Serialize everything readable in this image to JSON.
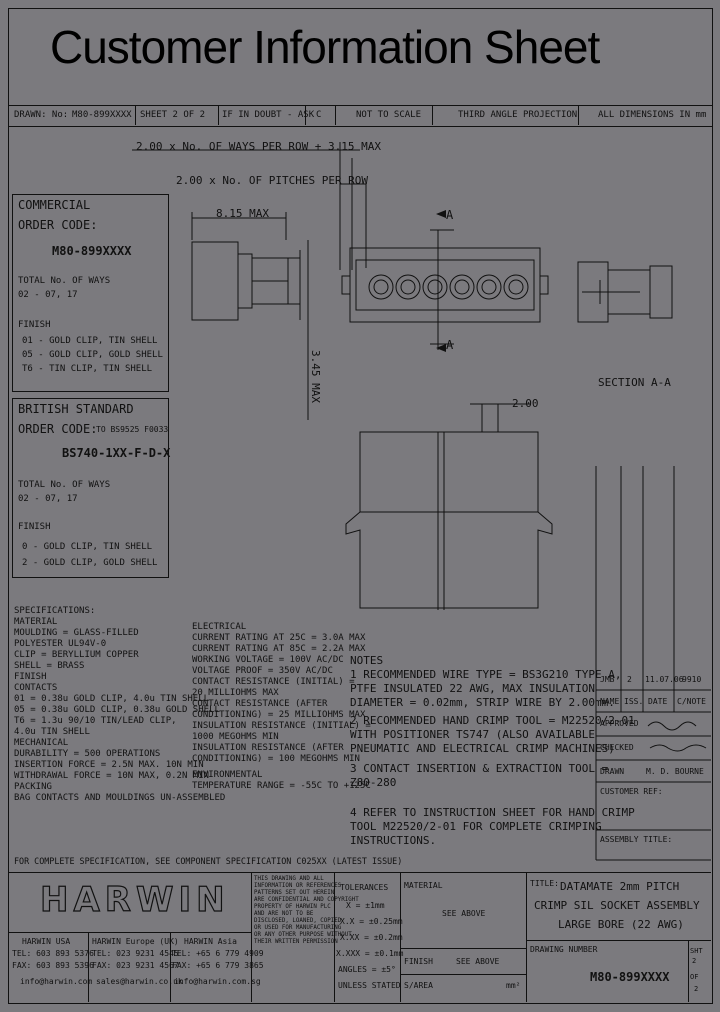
{
  "title": "Customer Information Sheet",
  "header_strip": {
    "drawn": "DRAWN: No:",
    "drawing_no": "M80-899XXXX",
    "sheet": "SHEET 2 OF 2",
    "if_in_doubt": "IF IN DOUBT - ASK",
    "circle": "C",
    "scale": "NOT TO SCALE",
    "projection": "THIRD ANGLE PROJECTION",
    "dimensions": "ALL DIMENSIONS IN mm"
  },
  "dims": {
    "overall": "2.00 x No. OF WAYS PER ROW + 3.15 MAX",
    "pitches": "2.00 x No. OF PITCHES PER ROW",
    "d815": "8.15 MAX",
    "d345": "3.45 MAX",
    "d200": "2.00",
    "sectionA": "A",
    "section_label": "SECTION A-A"
  },
  "commercial": {
    "heading1": "COMMERCIAL",
    "heading2": "ORDER CODE:",
    "code": "M80-899XXXX",
    "total1": "TOTAL No. OF WAYS",
    "total2": "02 - 07, 17",
    "finish": "FINISH",
    "f1": "01 - GOLD CLIP, TIN SHELL",
    "f2": "05 - GOLD CLIP, GOLD SHELL",
    "f3": "T6 - TIN CLIP, TIN SHELL"
  },
  "bs": {
    "heading1": "BRITISH STANDARD",
    "heading2": "ORDER CODE:",
    "heading2b": "TO BS9525 F0033",
    "code": "BS740-1XX-F-D-X",
    "total1": "TOTAL No. OF WAYS",
    "total2": "02 - 07, 17",
    "finish": "FINISH",
    "f1": "0 - GOLD CLIP, TIN SHELL",
    "f2": "2 - GOLD CLIP, GOLD SHELL"
  },
  "specs": {
    "lines": [
      "SPECIFICATIONS:",
      "  MATERIAL",
      "   MOULDING = GLASS-FILLED",
      "              POLYESTER UL94V-0",
      "   CLIP = BERYLLIUM COPPER",
      "   SHELL = BRASS",
      "  FINISH",
      "   CONTACTS",
      "   01 = 0.38u GOLD CLIP, 4.0u TIN SHELL",
      "   05 = 0.38u GOLD CLIP, 0.38u GOLD SHELL",
      "   T6 = 1.3u 90/10 TIN/LEAD CLIP,",
      "         4.0u TIN SHELL",
      "  MECHANICAL",
      "   DURABILITY = 500 OPERATIONS",
      "   INSERTION FORCE = 2.5N MAX. 10N MIN",
      "   WITHDRAWAL FORCE = 10N MAX, 0.2N MIN",
      "  PACKING",
      "   BAG CONTACTS AND MOULDINGS UN-ASSEMBLED",
      "  FOR COMPLETE SPECIFICATION, SEE COMPONENT SPECIFICATION C025XX (LATEST ISSUE)"
    ],
    "elec": [
      "ELECTRICAL",
      " CURRENT RATING AT 25C = 3.0A MAX",
      " CURRENT RATING AT 85C = 2.2A MAX",
      " WORKING VOLTAGE = 100V AC/DC",
      " VOLTAGE PROOF = 350V AC/DC",
      " CONTACT RESISTANCE (INITIAL) =",
      "   20 MILLIOHMS MAX",
      " CONTACT RESISTANCE (AFTER",
      "   CONDITIONING) = 25 MILLIOHMS MAX",
      " INSULATION RESISTANCE (INITIAL) =",
      "   1000 MEGOHMS MIN",
      " INSULATION RESISTANCE (AFTER",
      "   CONDITIONING) = 100 MEGOHMS MIN",
      "ENVIRONMENTAL",
      " TEMPERATURE RANGE = -55C TO +125C"
    ]
  },
  "notes": {
    "lines": [
      "NOTES",
      "1  RECOMMENDED WIRE TYPE = BS3G210 TYPE A,",
      "   PTFE INSULATED 22 AWG, MAX INSULATION",
      "   DIAMETER = 0.02mm, STRIP WIRE BY 2.00mm.",
      "2  RECOMMENDED HAND CRIMP TOOL = M22520/2-01",
      "   WITH POSITIONER TS747 (ALSO AVAILABLE",
      "   PNEUMATIC AND ELECTRICAL CRIMP MACHINES)",
      "3  CONTACT INSERTION & EXTRACTION TOOL =",
      "   Z80-280",
      "4  REFER TO INSTRUCTION SHEET FOR HAND CRIMP",
      "   TOOL M22520/2-01 FOR COMPLETE CRIMPING",
      "   INSTRUCTIONS."
    ]
  },
  "rev_table": {
    "row": [
      "JMB",
      "2",
      "11.07.06",
      "9910"
    ],
    "heads": [
      "NAME",
      "ISS.",
      "DATE",
      "C/NOTE"
    ],
    "approved": "APPROVED",
    "checked": "CHECKED",
    "drawn": "DRAWN",
    "drawn_name": "M. D. BOURNE",
    "customer_ref": "CUSTOMER REF:",
    "assembly": "ASSEMBLY TITLE:"
  },
  "footer": {
    "brand": "HARWIN",
    "notice": [
      "THIS DRAWING AND ALL",
      "INFORMATION OR REFERENCES",
      "PATTERNS SET OUT HEREIN",
      "ARE CONFIDENTIAL AND COPYRIGHT",
      "PROPERTY OF HARWIN PLC",
      "AND ARE NOT TO BE",
      "DISCLOSED, LOANED, COPIED",
      "OR USED FOR MANUFACTURING",
      "OR ANY OTHER PURPOSE WITHOUT",
      "THEIR WRITTEN PERMISSION"
    ],
    "tolerances": [
      "TOLERANCES",
      "X = ±1mm",
      "X.X = ±0.25mm",
      "X.XX = ±0.2mm",
      "X.XXX = ±0.1mm",
      "ANGLES = ±5°",
      "UNLESS STATED"
    ],
    "material": "MATERIAL",
    "see_above": "SEE ABOVE",
    "finish": "FINISH",
    "finish_val": "SEE ABOVE",
    "sq_area": "S/AREA",
    "sq_unit": "mm²",
    "title_label": "TITLE:",
    "title1": "DATAMATE 2mm PITCH",
    "title2": "CRIMP SIL SOCKET ASSEMBLY",
    "title3": "LARGE BORE (22 AWG)",
    "drawing_label": "DRAWING NUMBER",
    "drawing_no": "M80-899XXXX",
    "sht": "SHT",
    "sht2": "2",
    "of": "OF",
    "of2": "2",
    "usa": [
      "HARWIN USA",
      "TEL: 603 893 5376",
      "FAX: 603 893 5396",
      "info@harwin.com"
    ],
    "eu": [
      "HARWIN Europe (UK)",
      "TEL: 023 9231 4545",
      "FAX: 023 9231 4567",
      "sales@harwin.co.uk"
    ],
    "asia": [
      "HARWIN Asia",
      "TEL: +65 6 779 4909",
      "FAX: +65 6 779 3865",
      "info@harwin.com.sg"
    ]
  }
}
